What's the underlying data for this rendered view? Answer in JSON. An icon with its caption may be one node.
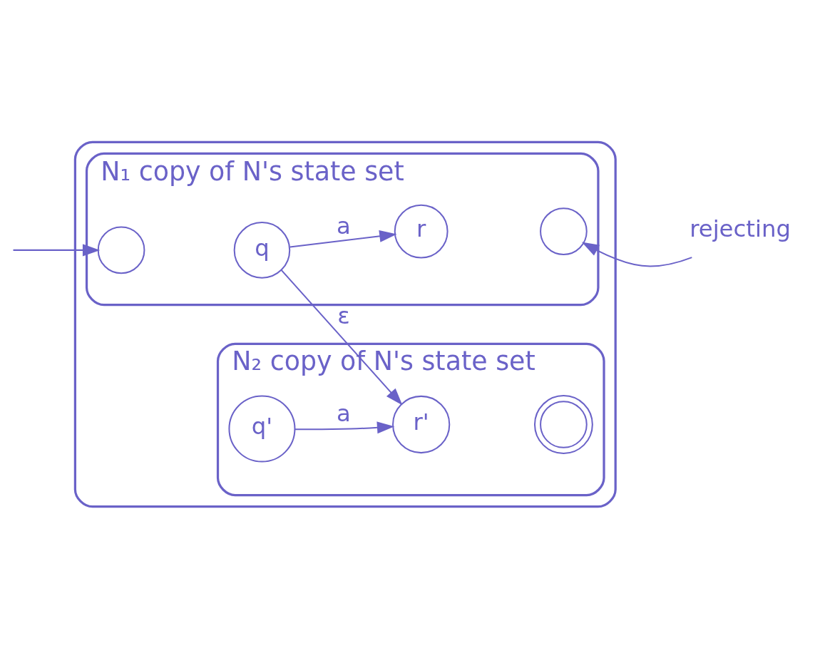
{
  "diagram": {
    "nodes": [
      {
        "text": [],
        "shape": "box"
      },
      {
        "text": [
          "N₁ copy of N's state set"
        ],
        "in": 0
      },
      {
        "text": [],
        "shape": "circle",
        "in": 1
      },
      {
        "text": [
          "q"
        ],
        "in": 1
      },
      {
        "text": [
          "r"
        ],
        "in": 1
      },
      {
        "text": [],
        "shape": "circle",
        "in": 1
      },
      {
        "text": [
          "N₂ copy of N's state set"
        ],
        "in": 0
      },
      {
        "text": [
          "q'"
        ],
        "in": 6
      },
      {
        "text": [
          "r'"
        ],
        "in": 6
      },
      {
        "text": [],
        "shape": "circle",
        "in": 6
      },
      {
        "text": [
          "rejecting"
        ]
      }
    ],
    "edges": [
      {
        "from": null,
        "to": 2,
        "arrow": "to"
      },
      {
        "from": 3,
        "to": 4,
        "arrow": "to",
        "label": "a"
      },
      {
        "from": 3,
        "to": 8,
        "arrow": "to",
        "label": "ε"
      },
      {
        "from": 7,
        "to": 8,
        "arrow": "to",
        "label": "a"
      },
      {
        "from": 10,
        "to": 5,
        "arrow": "to"
      }
    ]
  }
}
